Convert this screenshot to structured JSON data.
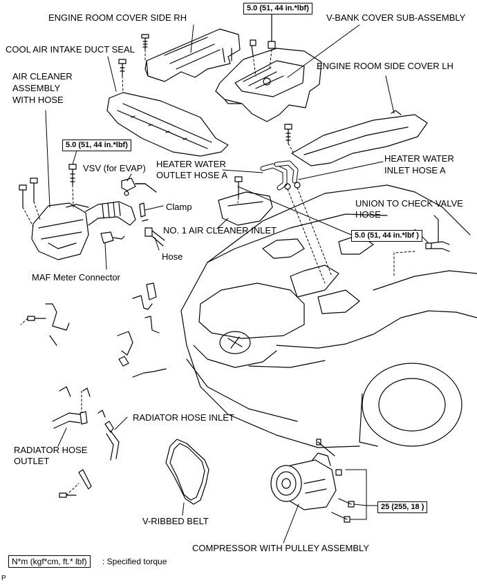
{
  "labels": {
    "engine_room_cover_rh": "ENGINE ROOM COVER SIDE RH",
    "v_bank_cover": "V-BANK COVER SUB-ASSEMBLY",
    "cool_air_intake_duct_seal": "COOL AIR INTAKE DUCT SEAL",
    "engine_room_side_cover_lh": "ENGINE ROOM SIDE COVER LH",
    "air_cleaner_line1": "AIR CLEANER",
    "air_cleaner_line2": "ASSEMBLY",
    "air_cleaner_line3": "WITH HOSE",
    "vsv_evap": "VSV (for EVAP)",
    "heater_outlet_line1": "HEATER WATER",
    "heater_outlet_line2": "OUTLET HOSE A",
    "heater_inlet_line1": "HEATER WATER",
    "heater_inlet_line2": "INLET HOSE A",
    "clamp": "Clamp",
    "union_line1": "UNION TO CHECK VALVE",
    "union_line2": "HOSE",
    "no1_air_cleaner_inlet": "NO. 1 AIR CLEANER INLET",
    "hose": "Hose",
    "maf_meter_connector": "MAF Meter Connector",
    "radiator_hose_inlet": "RADIATOR HOSE INLET",
    "radiator_outlet_line1": "RADIATOR HOSE",
    "radiator_outlet_line2": "OUTLET",
    "v_ribbed_belt": "V-RIBBED BELT",
    "compressor": "COMPRESSOR WITH PULLEY ASSEMBLY"
  },
  "torques": {
    "v_bank": "5.0 (51, 44 in.*lbf)",
    "air_cleaner": "5.0 (51, 44 in.*lbf)",
    "inlet": "5.0 (51, 44 in.*lbf )",
    "compressor": "25 (255, 18 )"
  },
  "legend": {
    "unit": "N*m (kgf*cm, ft.* lbf)",
    "description": ": Specified torque"
  },
  "corner_mark": "P"
}
